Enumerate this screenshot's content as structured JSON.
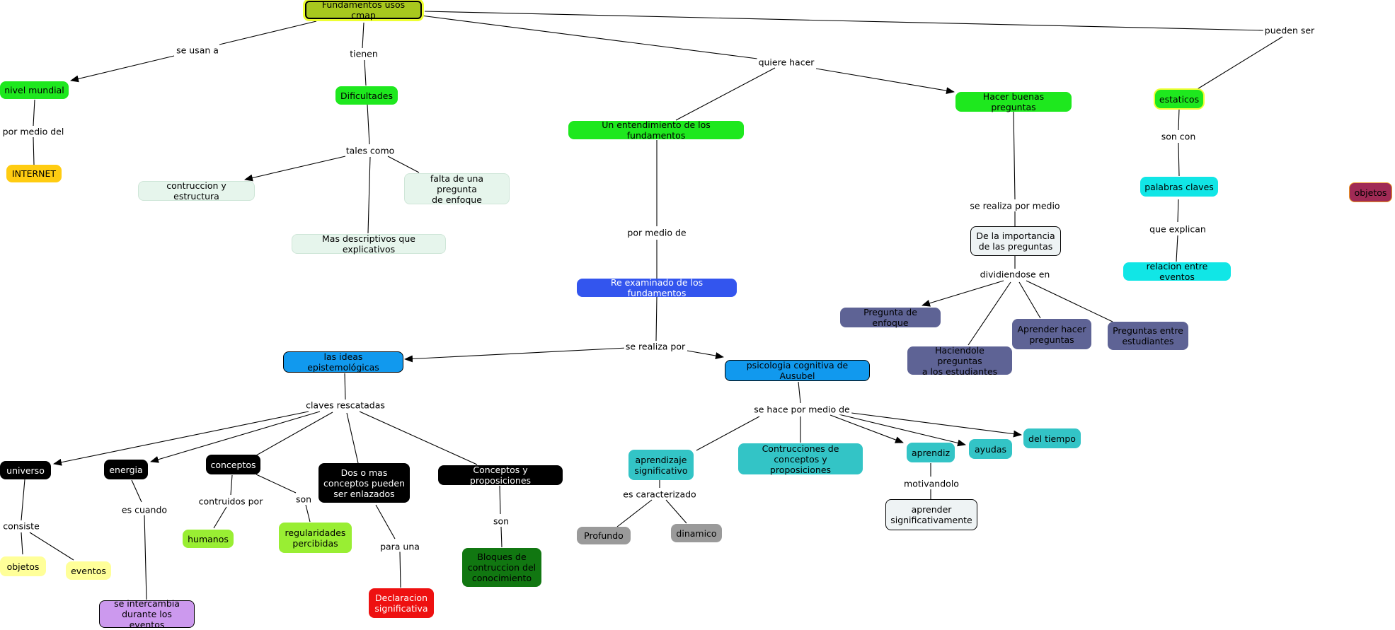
{
  "concepts": {
    "root": "Fundamentos usos cmap",
    "nivel_mundial": "nivel mundial",
    "internet": "INTERNET",
    "dificultades": "Dificultades",
    "contruccion_estructura": "contruccion y estructura",
    "falta_pregunta": "falta de una pregunta\nde enfoque",
    "mas_descriptivos": "Mas descriptivos que explicativos",
    "entendimiento": "Un entendimiento de los fundamentos",
    "re_examinado": "Re examinado de los fundamentos",
    "ideas_epistemologicas": "las ideas epistemológicas",
    "psicologia_ausubel": "psicologia cognitiva de Ausubel",
    "hacer_preguntas": "Hacer buenas preguntas",
    "importancia_preguntas": "De la importancia\nde las preguntas",
    "pregunta_enfoque": "Pregunta de enfoque",
    "haciendole_preguntas": "Haciendole preguntas\na los estudiantes",
    "aprender_preguntas": "Aprender hacer\npreguntas",
    "preguntas_entre": "Preguntas entre\nestudiantes",
    "estaticos": "estaticos",
    "palabras_claves": "palabras claves",
    "relacion_eventos": "relacion entre eventos",
    "objetos_right": "objetos",
    "universo": "universo",
    "objetos": "objetos",
    "eventos": "eventos",
    "energia": "energia",
    "se_intercambia": "se intercambia\ndurante los eventos",
    "conceptos": "conceptos",
    "humanos": "humanos",
    "regularidades": "regularidades\npercibidas",
    "dos_o_mas": "Dos o mas\nconceptos pueden\nser enlazados",
    "declaracion": "Declaracion\nsignificativa",
    "conceptos_proposiciones": "Conceptos y proposiciones",
    "bloques": "Bloques de\ncontruccion del\nconocimiento",
    "aprendizaje_significativo": "aprendizaje\nsignificativo",
    "profundo": "Profundo",
    "dinamico": "dinamico",
    "contrucciones": "Contrucciones de\nconceptos y proposiciones",
    "aprendiz": "aprendiz",
    "ayudas": "ayudas",
    "del_tiempo": "del tiempo",
    "aprender_significativamente": "aprender\nsignificativamente"
  },
  "links": {
    "se_usan_a": "se usan a",
    "por_medio_del": "por medio del",
    "tienen": "tienen",
    "tales_como": "tales como",
    "quiere_hacer": "quiere hacer",
    "pueden_ser": "pueden ser",
    "por_medio_de": "por medio de",
    "se_realiza_por": "se realiza por",
    "se_realiza_por_medio": "se realiza por medio",
    "dividiendose_en": "dividiendose en",
    "son_con": "son con",
    "que_explican": "que explican",
    "claves_rescatadas": "claves rescatadas",
    "consiste": "consiste",
    "es_cuando": "es cuando",
    "contruidos_por": "contruidos por",
    "son": "son",
    "para_una": "para una",
    "son_2": "son",
    "se_hace_por_medio_de": "se hace por medio  de",
    "es_caracterizado": "es caracterizado",
    "motivandolo": "motivandolo"
  },
  "colors": {
    "lime": "#1ee81e",
    "olive": "#a8c81e",
    "gold": "#ffcc11",
    "pale_mint": "#e6f5ec",
    "royal_blue": "#3355ee",
    "sky_blue": "#1199ee",
    "slate": "#5e6395",
    "cyan": "#11e6e6",
    "teal": "#33c4c6",
    "black": "#000000",
    "pale_yellow": "#ffff99",
    "light_green": "#99ee33",
    "red": "#ee1111",
    "dark_green": "#117711",
    "grey": "#9a9a9a",
    "violet": "#cc99ee",
    "maroon": "#a02a55",
    "light_grey": "#eef3f4"
  }
}
